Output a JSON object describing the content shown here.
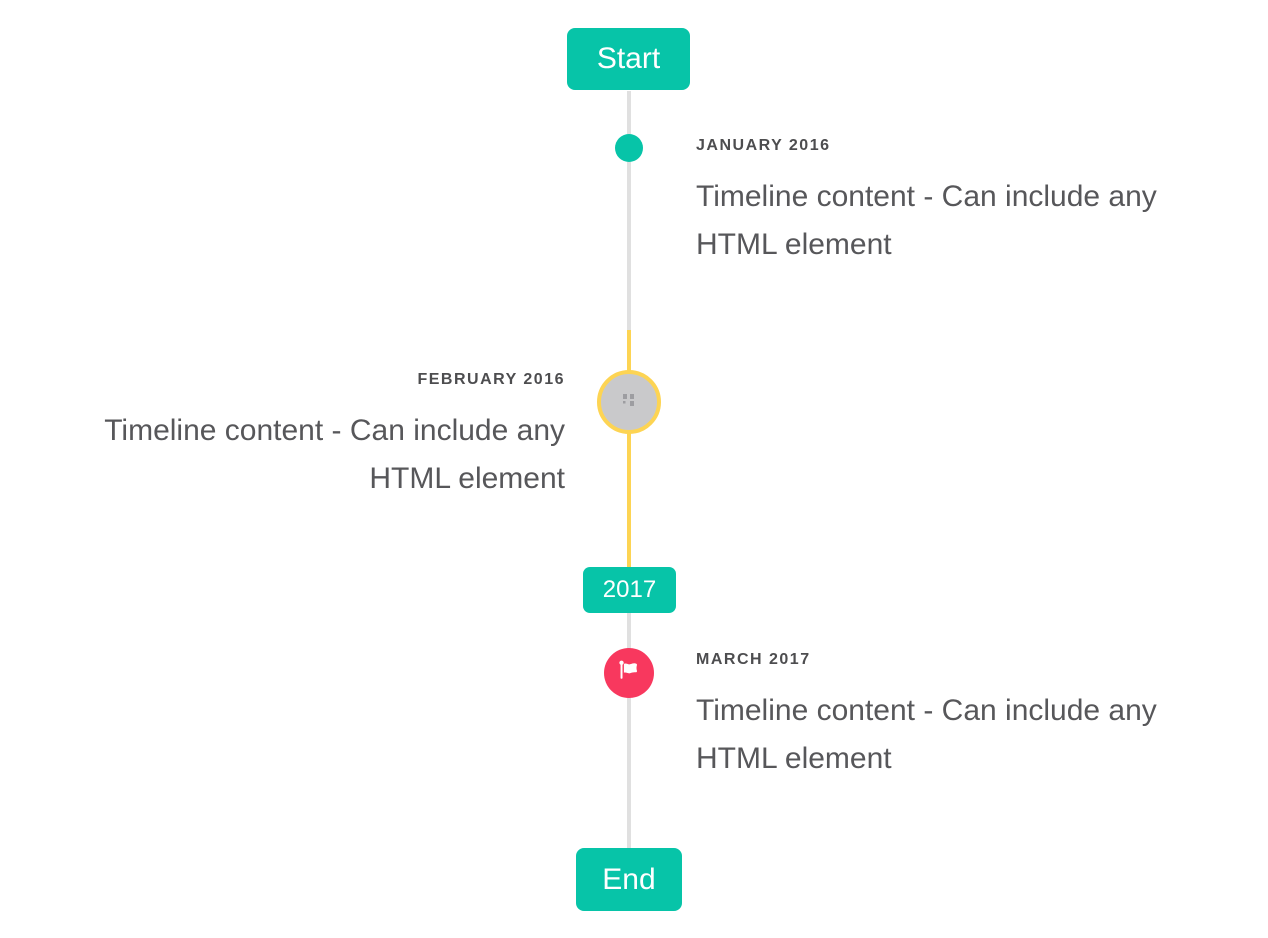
{
  "timeline": {
    "axis": {
      "start_badge": "Start",
      "year_badge": "2017",
      "end_badge": "End"
    },
    "entries": [
      {
        "title": "JANUARY 2016",
        "content": "Timeline content - Can include any HTML element",
        "side": "right",
        "marker": "teal-dot"
      },
      {
        "title": "FEBRUARY 2016",
        "content": "Timeline content - Can include any HTML element",
        "side": "left",
        "marker": "image-placeholder-circle-yellow-ring"
      },
      {
        "title": "MARCH 2017",
        "content": "Timeline content - Can include any HTML element",
        "side": "right",
        "marker": "red-flag-circle"
      }
    ],
    "colors": {
      "accent_teal": "#07c4a8",
      "highlight_yellow": "#fdd453",
      "flag_red": "#f8385e",
      "line_gray": "#e0e0e0",
      "marker_gray": "#c9c9cb",
      "title_text": "#4d4d4f",
      "content_text": "#57575a"
    }
  }
}
